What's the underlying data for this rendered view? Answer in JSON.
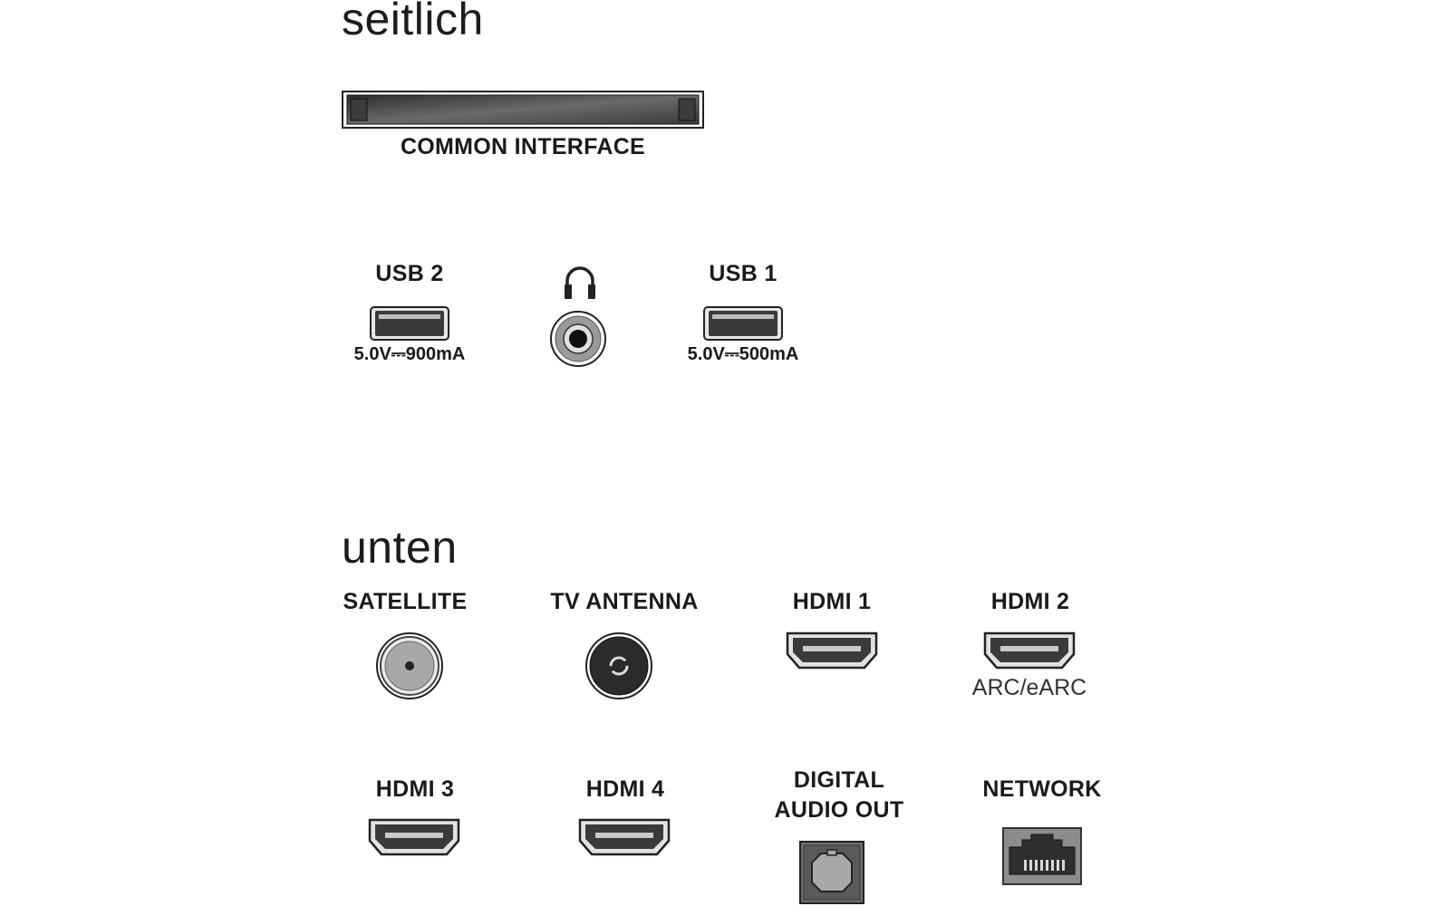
{
  "sections": {
    "side": {
      "title": "seitlich"
    },
    "bottom": {
      "title": "unten"
    }
  },
  "ports": {
    "common_interface": {
      "label": "COMMON INTERFACE"
    },
    "usb2": {
      "label": "USB 2",
      "rating": "5.0V⎓900mA"
    },
    "headphone": {
      "icon": "headphones-icon"
    },
    "usb1": {
      "label": "USB 1",
      "rating": "5.0V⎓500mA"
    },
    "satellite": {
      "label": "SATELLITE"
    },
    "tv_antenna": {
      "label": "TV ANTENNA"
    },
    "hdmi1": {
      "label": "HDMI 1"
    },
    "hdmi2": {
      "label": "HDMI 2",
      "note": "ARC/eARC"
    },
    "hdmi3": {
      "label": "HDMI 3"
    },
    "hdmi4": {
      "label": "HDMI 4"
    },
    "digital_audio_out": {
      "label_line1": "DIGITAL",
      "label_line2": "AUDIO OUT"
    },
    "network": {
      "label": "NETWORK"
    }
  },
  "colors": {
    "port_dark": "#3a3a3a",
    "port_mid": "#8a8a8a",
    "port_light": "#d8d8d8"
  }
}
